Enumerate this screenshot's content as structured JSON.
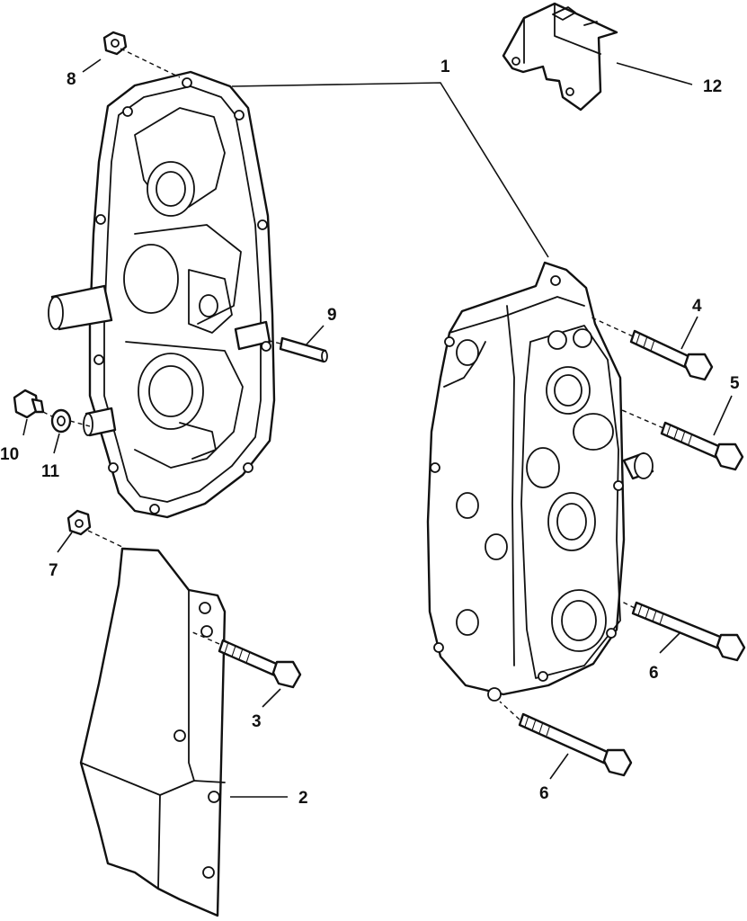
{
  "callouts": [
    {
      "id": "c1",
      "text": "1"
    },
    {
      "id": "c2",
      "text": "2"
    },
    {
      "id": "c3",
      "text": "3"
    },
    {
      "id": "c4",
      "text": "4"
    },
    {
      "id": "c5",
      "text": "5"
    },
    {
      "id": "c6a",
      "text": "6"
    },
    {
      "id": "c6b",
      "text": "6"
    },
    {
      "id": "c7",
      "text": "7"
    },
    {
      "id": "c8",
      "text": "8"
    },
    {
      "id": "c9",
      "text": "9"
    },
    {
      "id": "c10",
      "text": "10"
    },
    {
      "id": "c11",
      "text": "11"
    },
    {
      "id": "c12",
      "text": "12"
    }
  ]
}
